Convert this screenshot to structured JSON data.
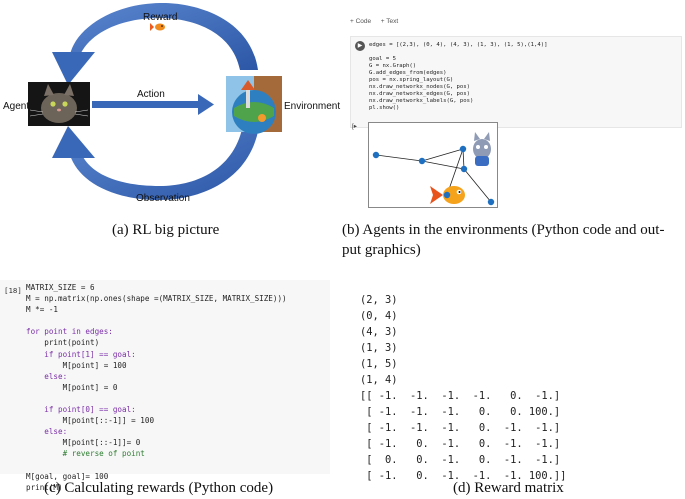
{
  "panel_a": {
    "reward_label": "Reward",
    "action_label": "Action",
    "observation_label": "Observation",
    "agent_label": "Agent",
    "environment_label": "Environment",
    "caption": "(a) RL big picture"
  },
  "panel_b": {
    "toolbar": {
      "code_button": "+ Code",
      "text_button": "+ Text"
    },
    "run_button_symbol": "▶",
    "output_marker": "[▸",
    "code_lines": [
      "edges = [(2,3), (0, 4), (4, 3), (1, 3), (1, 5),(1,4)]",
      "",
      "goal = 5",
      "G = nx.Graph()",
      "G.add_edges_from(edges)",
      "pos = nx.spring_layout(G)",
      "nx.draw_networkx_nodes(G, pos)",
      "nx.draw_networkx_edges(G, pos)",
      "nx.draw_networkx_labels(G, pos)",
      "pl.show()"
    ],
    "caption_line1": "(b) Agents in the environments (Python code and out-",
    "caption_line2": "put graphics)"
  },
  "panel_c": {
    "cell_number": "[18]",
    "code_lines": [
      "MATRIX_SIZE = 6",
      "M = np.matrix(np.ones(shape =(MATRIX_SIZE, MATRIX_SIZE)))",
      "M *= -1",
      "",
      "for point in edges:",
      "    print(point)",
      "    if point[1] == goal:",
      "        M[point] = 100",
      "    else:",
      "        M[point] = 0",
      "",
      "    if point[0] == goal:",
      "        M[point[::-1]] = 100",
      "    else:",
      "        M[point[::-1]]= 0",
      "        # reverse of point",
      "",
      "M[goal, goal]= 100",
      "print(M)"
    ],
    "caption": "(c) Calculating rewards (Python code)"
  },
  "panel_d": {
    "output_lines": [
      "(2, 3)",
      "(0, 4)",
      "(4, 3)",
      "(1, 3)",
      "(1, 5)",
      "(1, 4)",
      "[[ -1.  -1.  -1.  -1.   0.  -1.]",
      " [ -1.  -1.  -1.   0.   0. 100.]",
      " [ -1.  -1.  -1.   0.  -1.  -1.]",
      " [ -1.   0.  -1.   0.  -1.  -1.]",
      " [  0.   0.  -1.   0.  -1.  -1.]",
      " [ -1.   0.  -1.  -1.  -1. 100.]]"
    ],
    "caption": "(d) Reward matrix"
  },
  "colors": {
    "arrow_blue": "#3a68b8",
    "node_blue": "#1f6fc0",
    "keyword_purple": "#7b2fa8",
    "number_green": "#2e7d32",
    "code_bg": "#f7f7f7"
  }
}
